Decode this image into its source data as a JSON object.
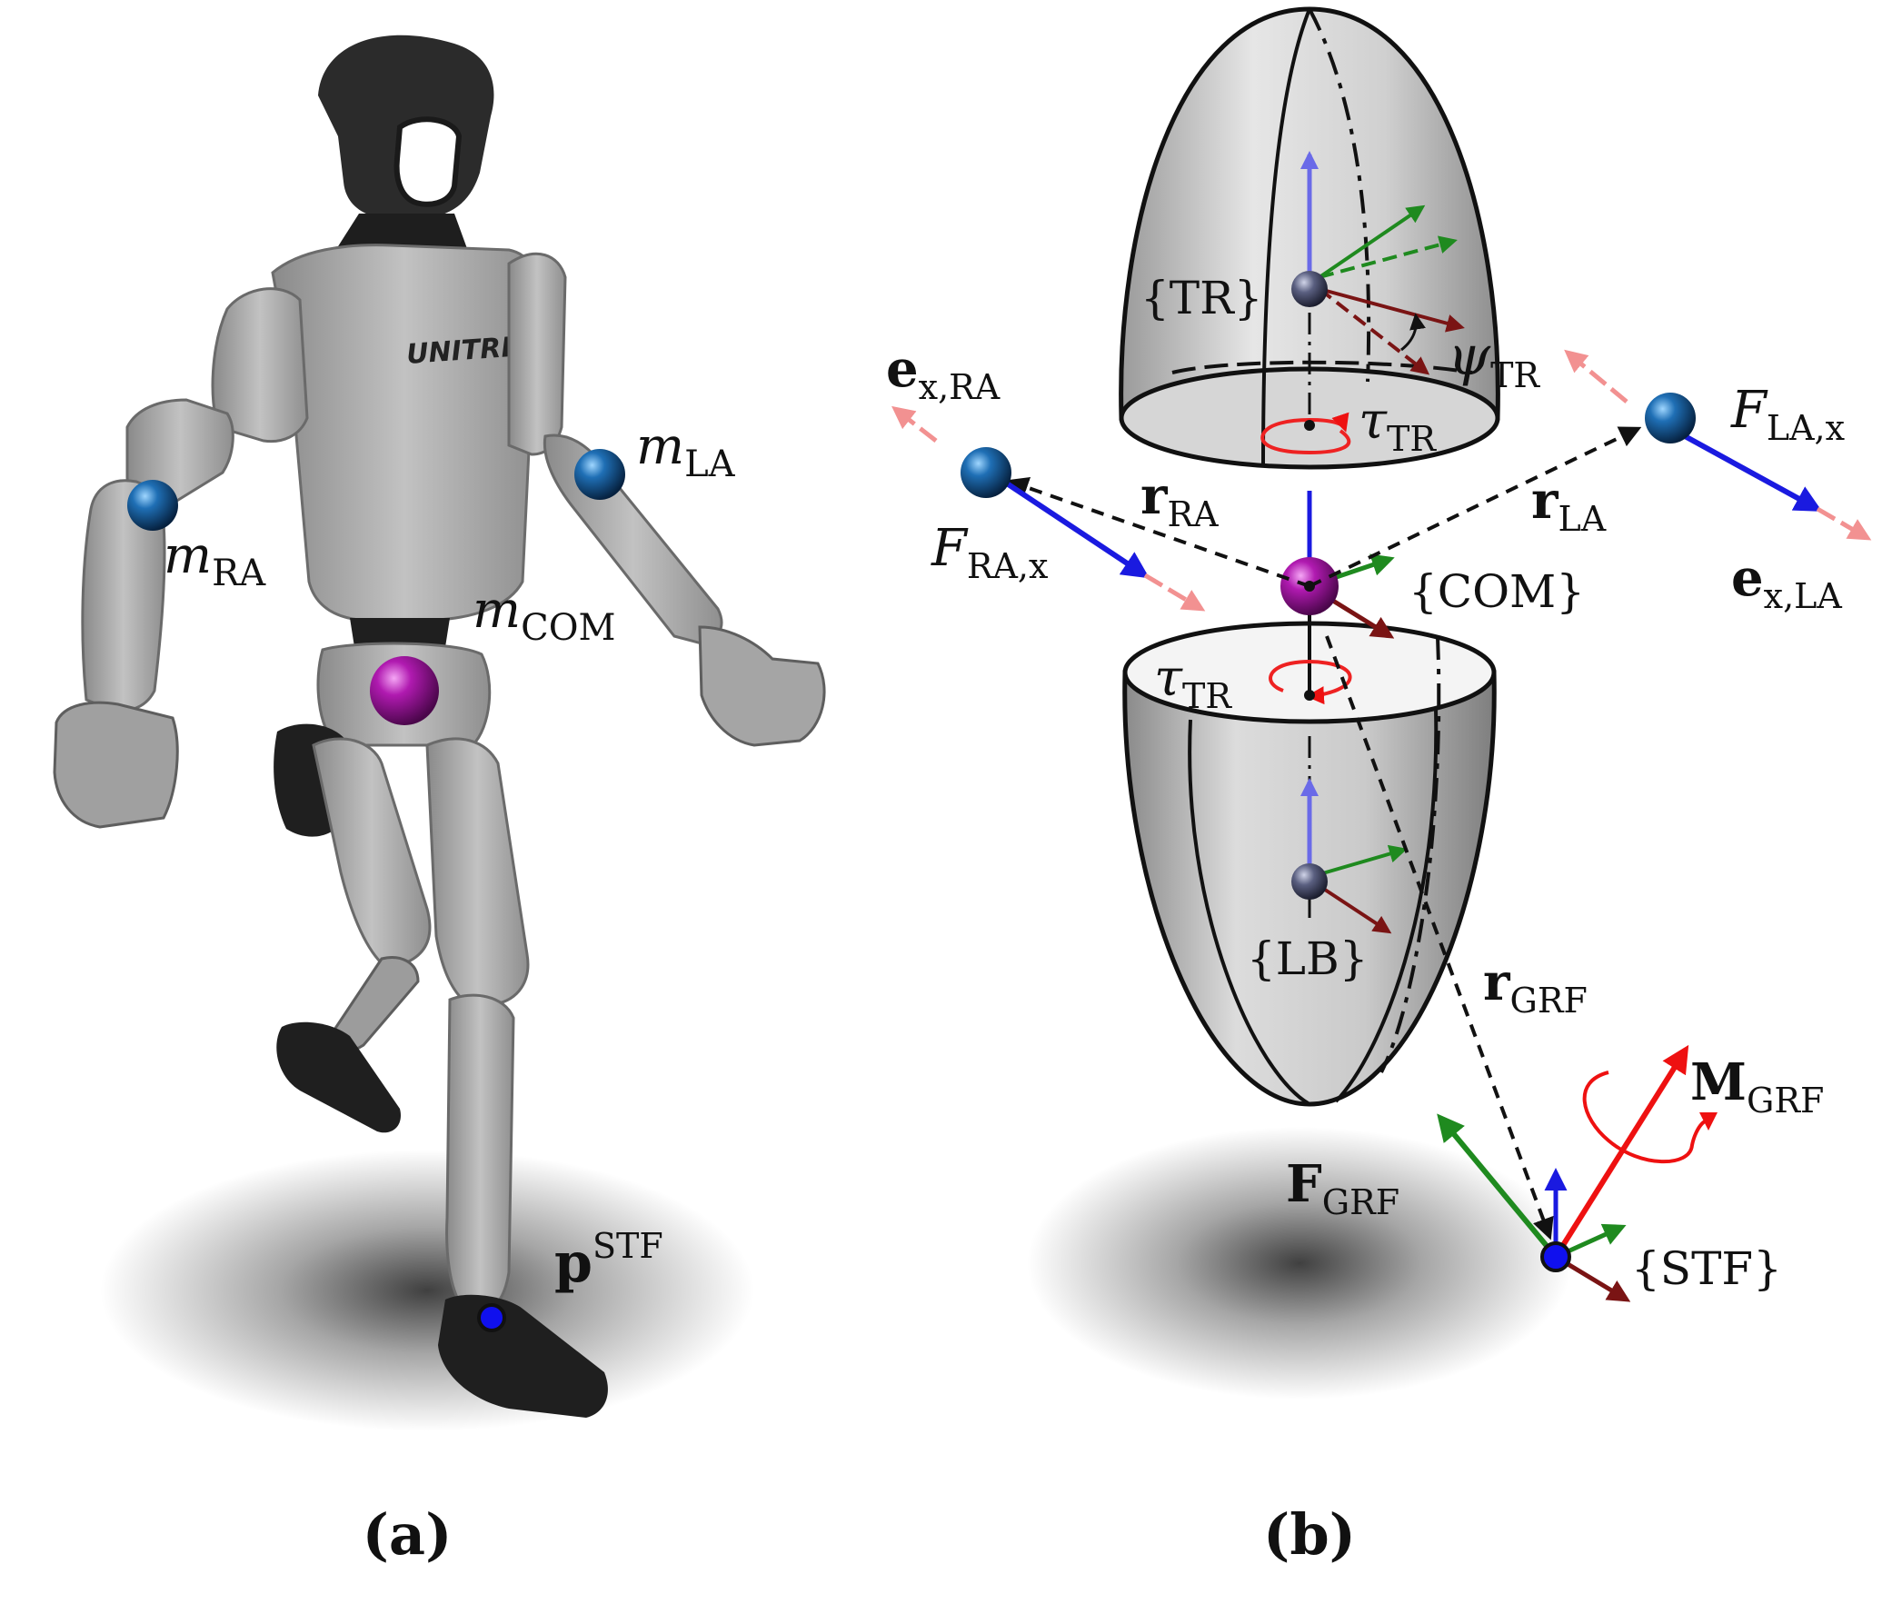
{
  "panel_a": {
    "caption": "(a)",
    "logo_text": "UNITREE",
    "labels": {
      "m_la": {
        "main": "m",
        "sub": "LA"
      },
      "m_ra": {
        "main": "m",
        "sub": "RA"
      },
      "m_com": {
        "main": "m",
        "sub": "COM"
      },
      "p_stf": {
        "main": "p",
        "sup": "STF"
      }
    }
  },
  "panel_b": {
    "caption": "(b)",
    "frames": {
      "tr": "{TR}",
      "lb": "{LB}",
      "com": "{COM}",
      "stf": "{STF}"
    },
    "labels": {
      "e_x_ra": {
        "main": "e",
        "sub": "x,RA"
      },
      "e_x_la": {
        "main": "e",
        "sub": "x,LA"
      },
      "f_ra_x": {
        "main": "F",
        "sub": "RA,x"
      },
      "f_la_x": {
        "main": "F",
        "sub": "LA,x"
      },
      "r_ra": {
        "main": "r",
        "sub": "RA"
      },
      "r_la": {
        "main": "r",
        "sub": "LA"
      },
      "r_grf": {
        "main": "r",
        "sub": "GRF"
      },
      "psi_tr": {
        "main": "ψ",
        "sub": "TR"
      },
      "tau_tr": {
        "main": "τ",
        "sub": "TR"
      },
      "tau_tr_reaction": {
        "main": "τ",
        "sub": "TR"
      },
      "f_grf": {
        "main": "F",
        "sub": "GRF"
      },
      "m_grf": {
        "main": "M",
        "sub": "GRF"
      }
    }
  },
  "colors": {
    "mass_blue": "#1a5d9a",
    "mass_purple": "#9b139b",
    "foot_point": "#1010ee",
    "axis_blue": "#1a1ae0",
    "axis_green": "#1f8a1f",
    "axis_red": "#7a1414",
    "force_blue": "#1a1ae0",
    "unit_pink": "#f29191",
    "moment_red": "#ee1111",
    "robot_grey": "#a8a8a8",
    "robot_dark": "#2a2a2a"
  }
}
